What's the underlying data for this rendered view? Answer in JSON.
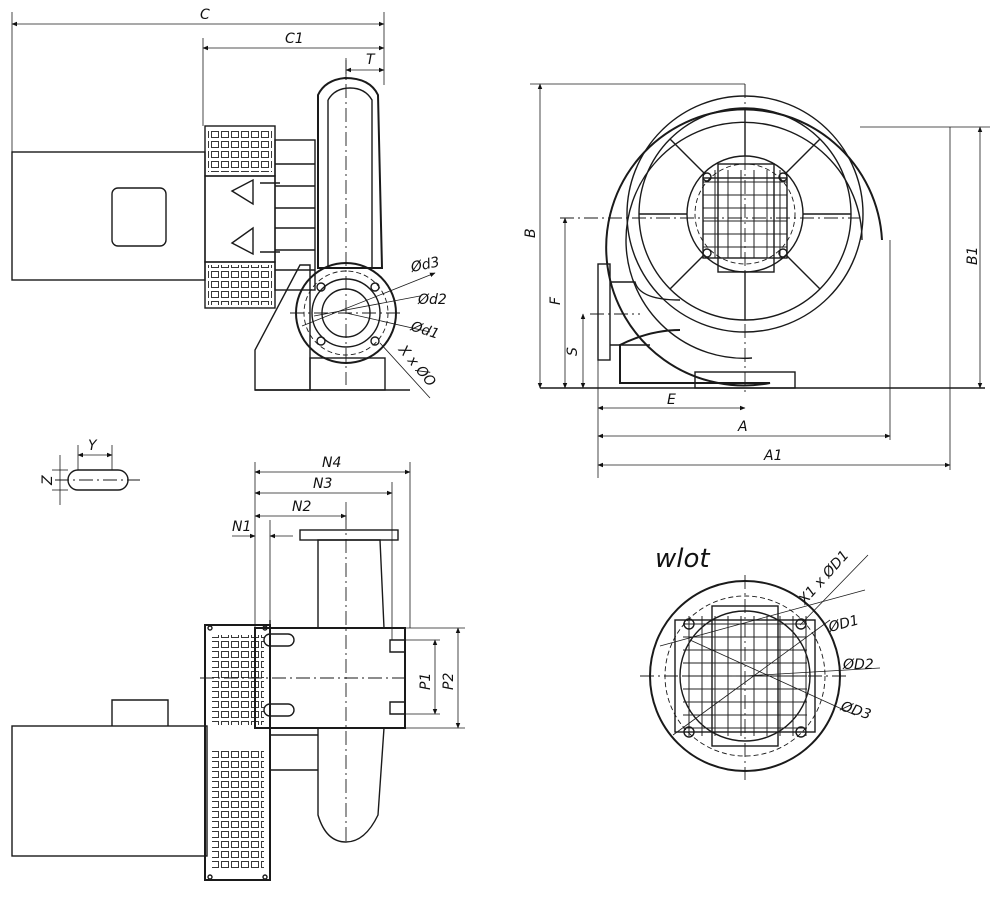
{
  "labels": {
    "C": "C",
    "C1": "C1",
    "T": "T",
    "d3": "Ød3",
    "d2": "Ød2",
    "d1": "Ød1",
    "X_O": "X x ØO",
    "B": "B",
    "B1": "B1",
    "F": "F",
    "S": "S",
    "E": "E",
    "A": "A",
    "A1": "A1",
    "Y": "Y",
    "Z": "Z",
    "N1": "N1",
    "N2": "N2",
    "N3": "N3",
    "N4": "N4",
    "P1": "P1",
    "P2": "P2",
    "inlet_title": "wlot",
    "X1_D1": "X1 x ØD1",
    "D1": "ØD1",
    "D2": "ØD2",
    "D3": "ØD3"
  }
}
